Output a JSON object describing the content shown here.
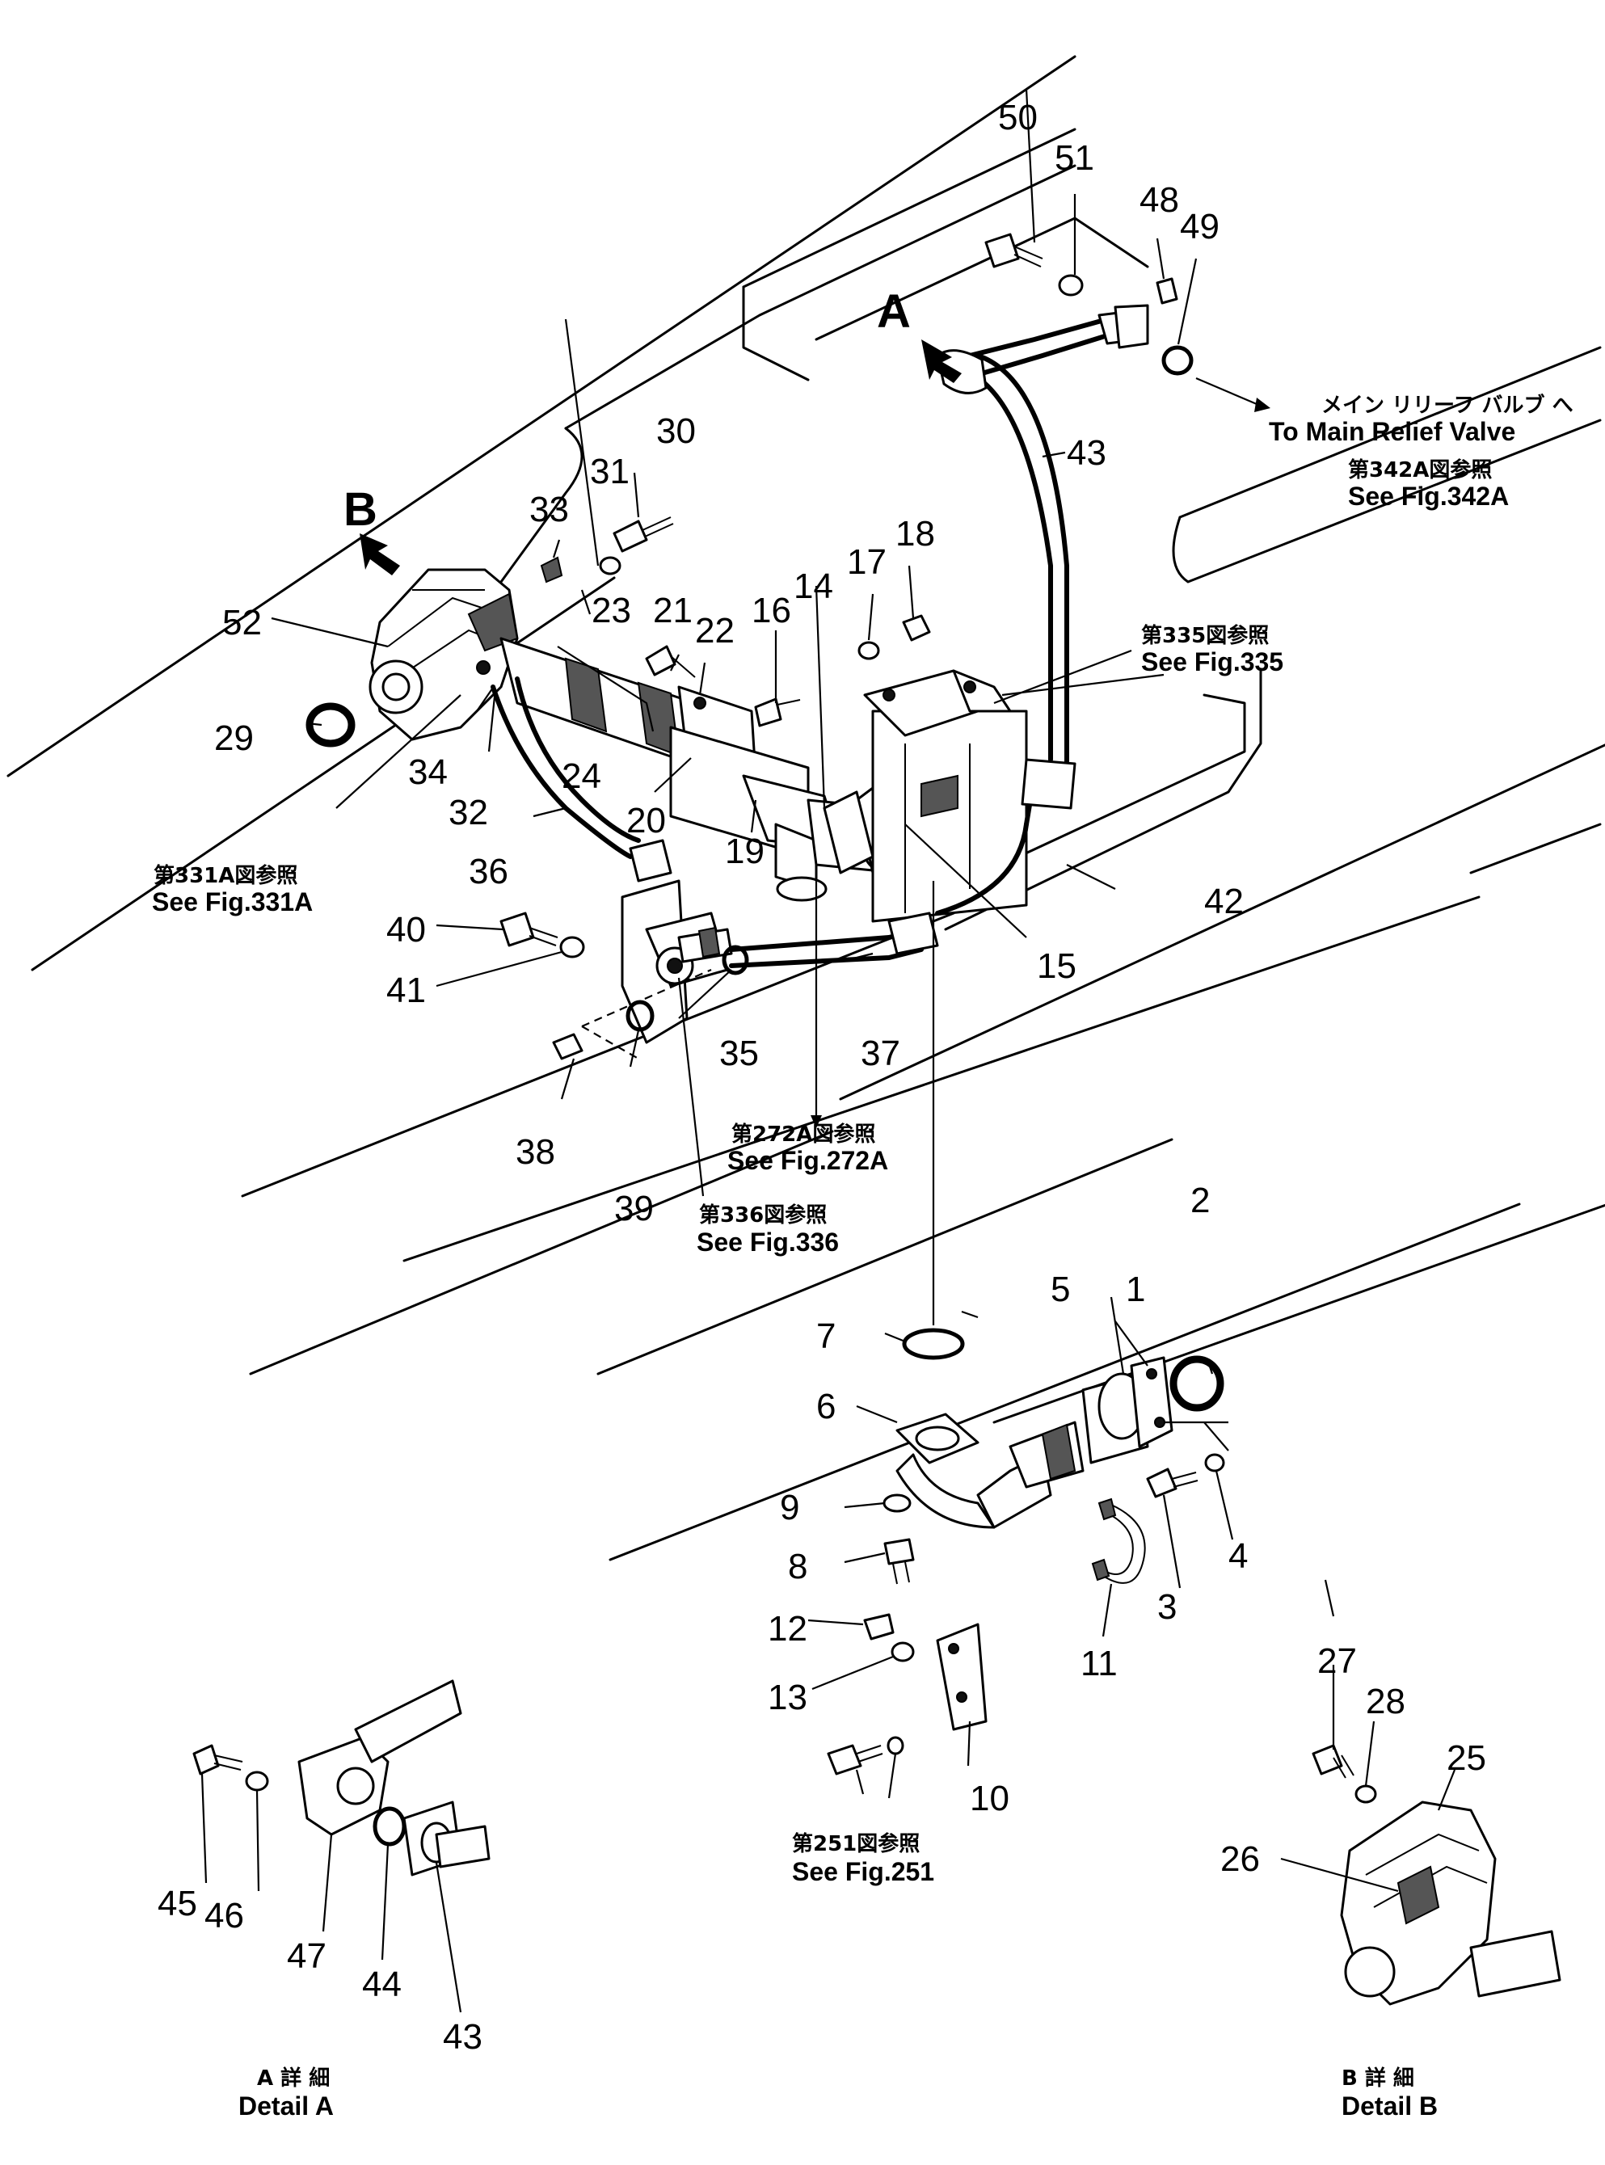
{
  "callouts": {
    "n1": "1",
    "n2": "2",
    "n3": "3",
    "n4": "4",
    "n5": "5",
    "n6": "6",
    "n7": "7",
    "n8": "8",
    "n9": "9",
    "n10": "10",
    "n11": "11",
    "n12": "12",
    "n13": "13",
    "n14": "14",
    "n15": "15",
    "n16": "16",
    "n17": "17",
    "n18": "18",
    "n19": "19",
    "n20": "20",
    "n21": "21",
    "n22": "22",
    "n23": "23",
    "n24": "24",
    "n25": "25",
    "n26": "26",
    "n27": "27",
    "n28": "28",
    "n29": "29",
    "n30": "30",
    "n31": "31",
    "n32": "32",
    "n33": "33",
    "n34": "34",
    "n35": "35",
    "n36": "36",
    "n37": "37",
    "n38": "38",
    "n39": "39",
    "n40": "40",
    "n41": "41",
    "n42": "42",
    "n43": "43",
    "n43b": "43",
    "n44": "44",
    "n45": "45",
    "n46": "46",
    "n47": "47",
    "n48": "48",
    "n49": "49",
    "n50": "50",
    "n51": "51",
    "n52": "52"
  },
  "view_labels": {
    "a": "A",
    "b": "B"
  },
  "references": {
    "main_relief_jp": "メイン リリーフ バルブ へ",
    "main_relief_en": "To Main Relief Valve",
    "fig342a_jp": "第342A図参照",
    "fig342a_en": "See Fig.342A",
    "fig335_jp": "第335図参照",
    "fig335_en": "See Fig.335",
    "fig331a_jp": "第331A図参照",
    "fig331a_en": "See Fig.331A",
    "fig272a_jp": "第272A図参照",
    "fig272a_en": "See Fig.272A",
    "fig336_jp": "第336図参照",
    "fig336_en": "See Fig.336",
    "fig251_jp": "第251図参照",
    "fig251_en": "See Fig.251"
  },
  "details": {
    "a_jp": "A 詳 細",
    "a_en": "Detail A",
    "b_jp": "B 詳 細",
    "b_en": "Detail B"
  }
}
